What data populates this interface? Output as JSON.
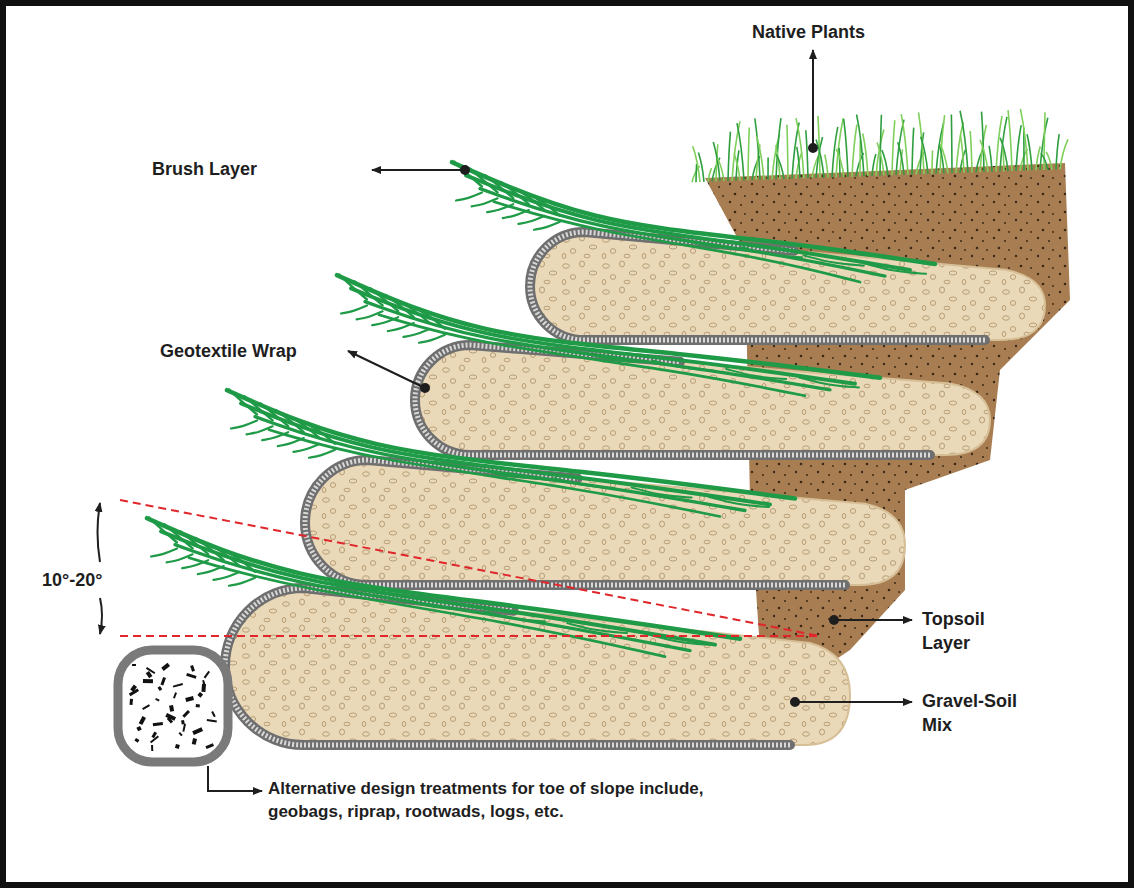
{
  "diagram": {
    "labels": [
      "Native Plants",
      "Brush Layer",
      "Geotextile Wrap",
      "10°-20°",
      "Topsoil Layer",
      "Gravel-Soil Mix",
      "Alternative design treatments for toe of slope include, geobags, riprap, rootwads, logs, etc."
    ]
  }
}
